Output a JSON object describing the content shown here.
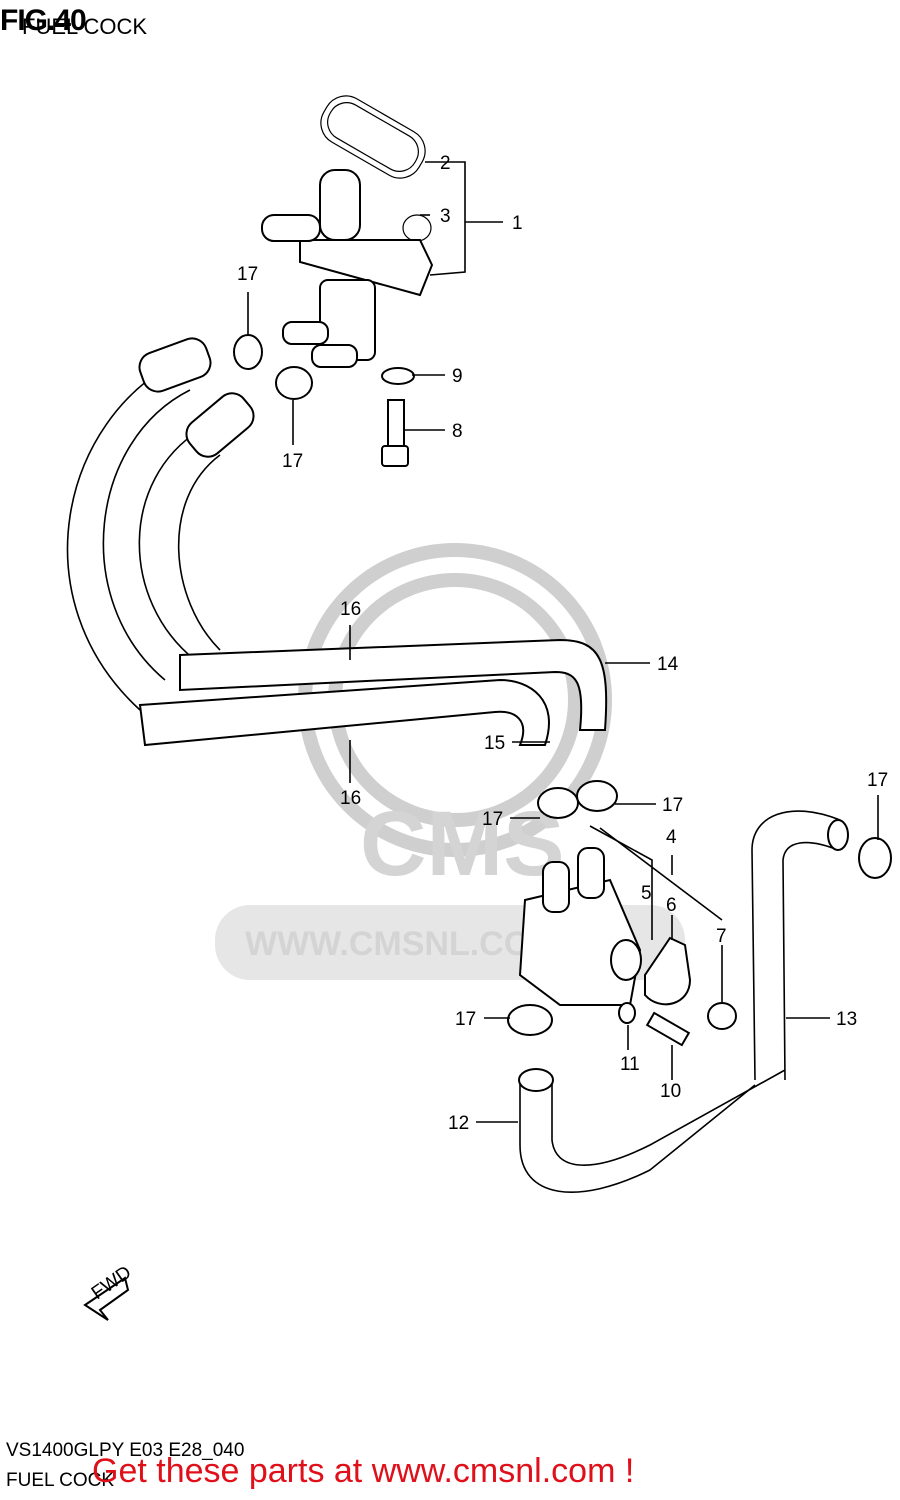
{
  "header": {
    "figure": "FIG.40",
    "subtitle": "FUEL COCK"
  },
  "watermark": {
    "brand": "CMS",
    "url": "WWW.CMSNL.COM"
  },
  "fwd_label": "FWD",
  "callouts": {
    "c1": "1",
    "c2": "2",
    "c3": "3",
    "c4": "4",
    "c5": "5",
    "c6": "6",
    "c7": "7",
    "c8": "8",
    "c9": "9",
    "c10": "10",
    "c11": "11",
    "c12": "12",
    "c13": "13",
    "c14": "14",
    "c15": "15",
    "c16a": "16",
    "c16b": "16",
    "c17a": "17",
    "c17b": "17",
    "c17c": "17",
    "c17d": "17",
    "c17e": "17",
    "c17f": "17"
  },
  "footer": {
    "model_code": "VS1400GLPY E03 E28_040",
    "title": "FUEL COCK",
    "promo": "Get these parts at www.cmsnl.com !"
  },
  "colors": {
    "promo": "#e0101a",
    "watermark": "#cfcfcf"
  }
}
